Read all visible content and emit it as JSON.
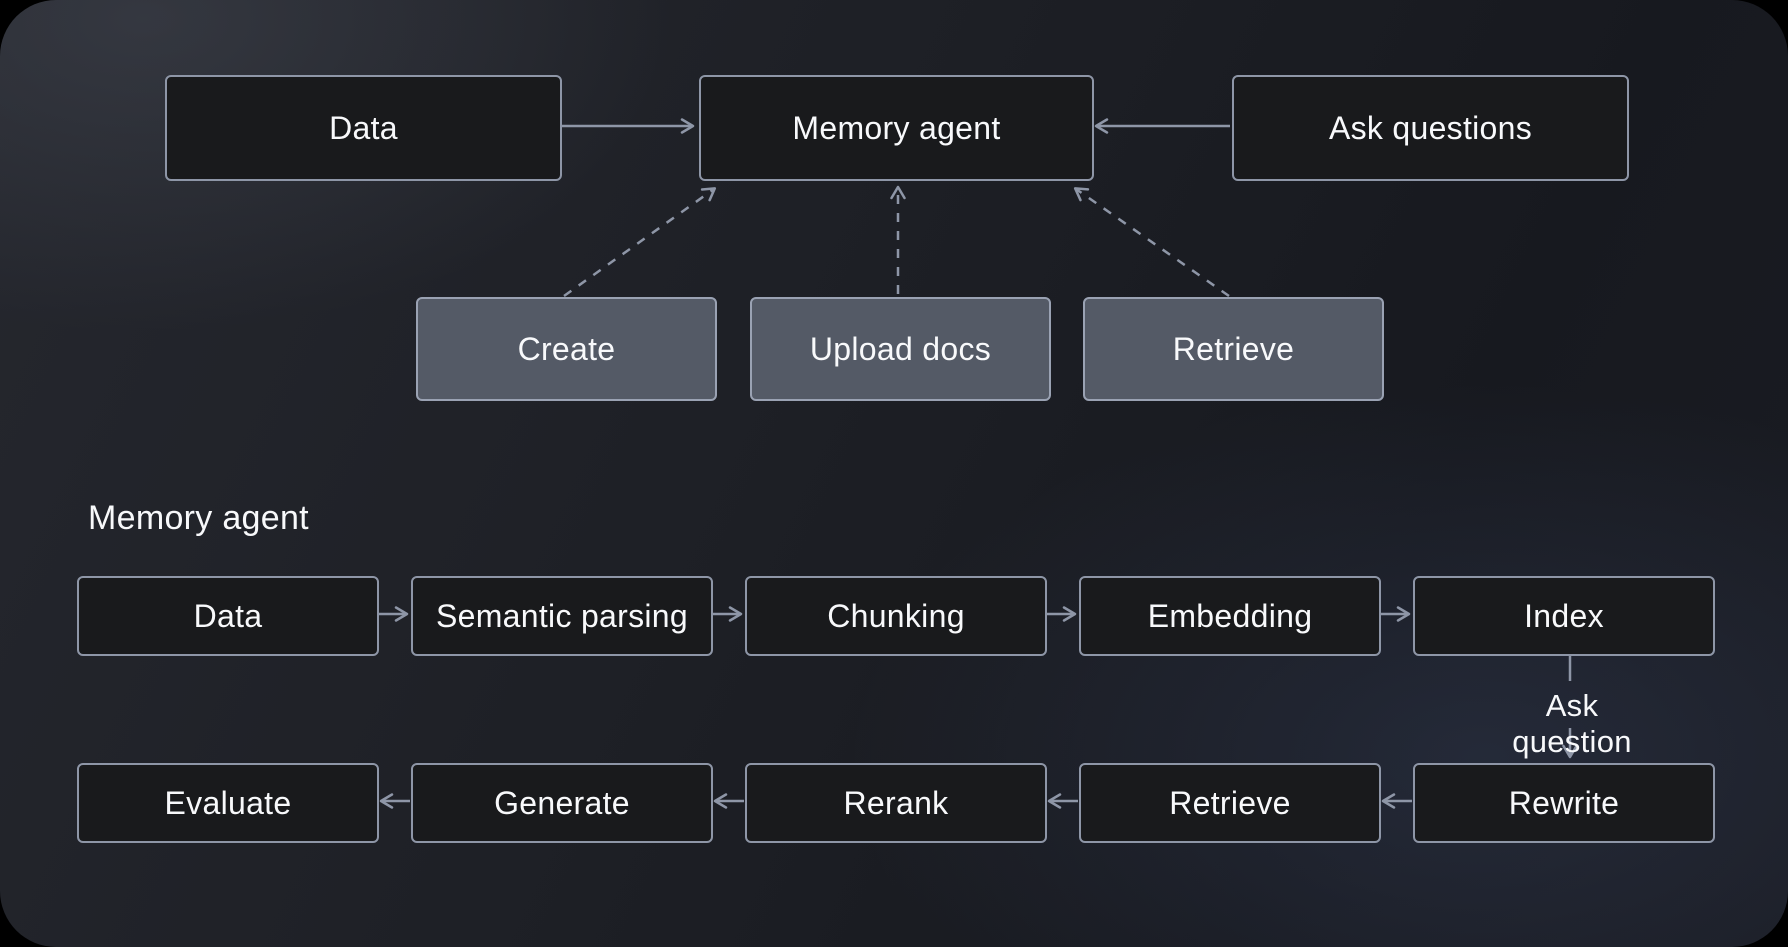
{
  "diagram": {
    "colors": {
      "background_base": "#1d1f25",
      "node_dark_fill": "#191a1c",
      "node_dark_border": "#8e96a7",
      "node_gray_fill": "#545a66",
      "node_gray_border": "#9aa2b3",
      "connector": "#8e96a7",
      "text": "#f8f9fb"
    },
    "overview": {
      "nodes": [
        {
          "id": "data",
          "label": "Data"
        },
        {
          "id": "memory-agent",
          "label": "Memory agent"
        },
        {
          "id": "ask-questions",
          "label": "Ask questions"
        }
      ],
      "actions": [
        {
          "id": "create",
          "label": "Create"
        },
        {
          "id": "upload-docs",
          "label": "Upload docs"
        },
        {
          "id": "retrieve",
          "label": "Retrieve"
        }
      ]
    },
    "detail": {
      "section_title": "Memory agent",
      "ingest_row": [
        "Data",
        "Semantic parsing",
        "Chunking",
        "Embedding",
        "Index"
      ],
      "connector_label": "Ask question",
      "query_row": [
        "Evaluate",
        "Generate",
        "Rerank",
        "Retrieve",
        "Rewrite"
      ]
    }
  }
}
